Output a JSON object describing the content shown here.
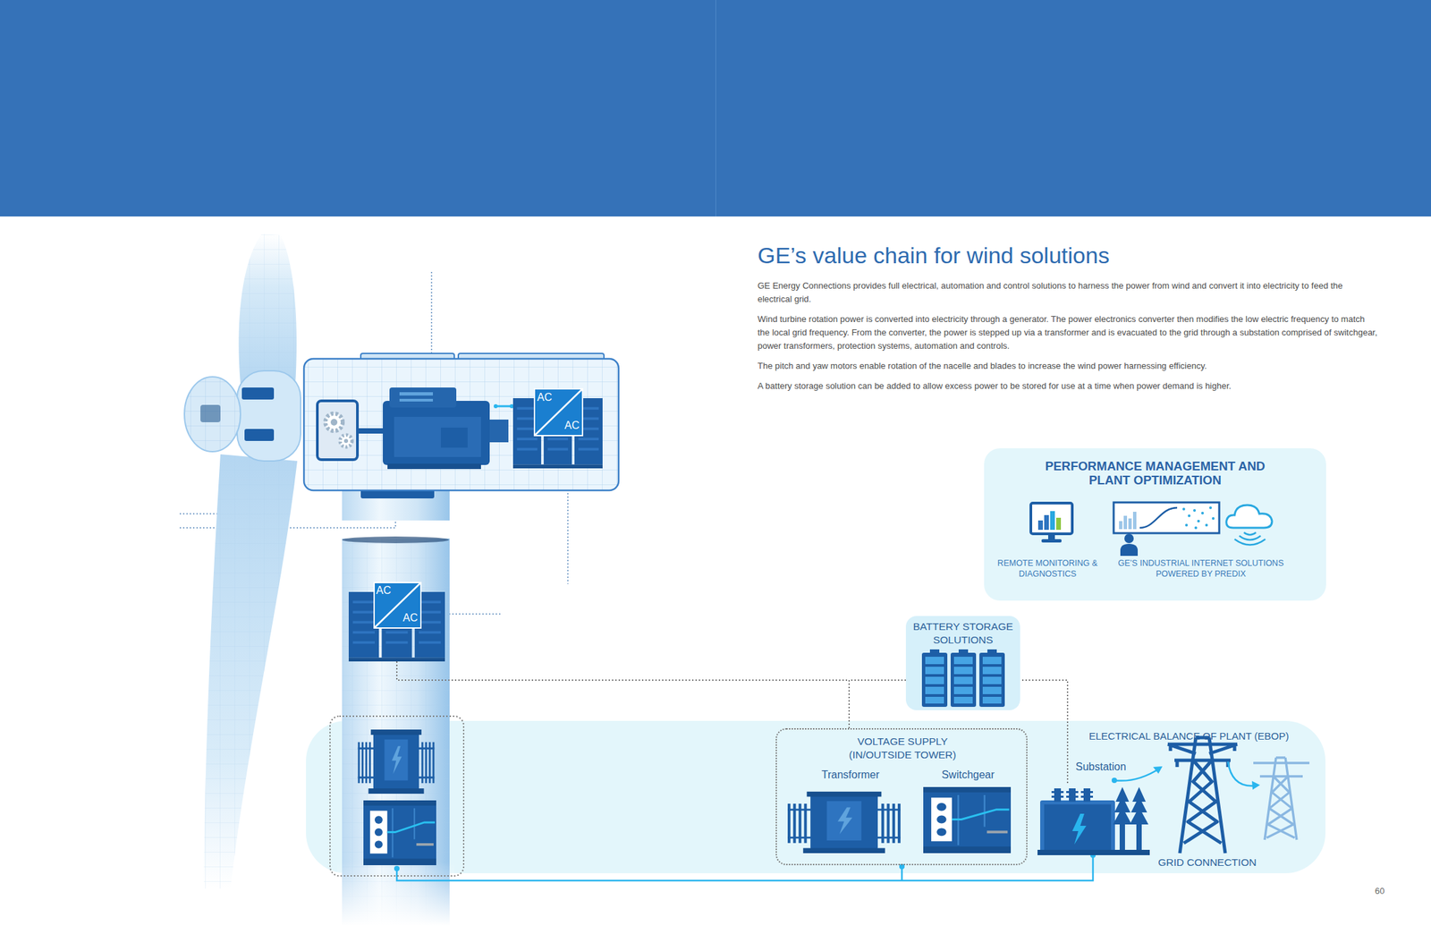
{
  "diagram": {
    "title": "GE’s value chain for wind solutions",
    "nodes": [
      {
        "text": [
          "PERFORMANCE MANAGEMENT AND PLANT OPTIMIZATION",
          "REMOTE MONITORING & DIAGNOSTICS",
          "GE’S INDUSTRIAL INTERNET SOLUTIONS POWERED BY PREDIX"
        ]
      },
      {
        "text": [
          "BATTERY STORAGE SOLUTIONS"
        ]
      },
      {
        "text": [
          "ELECTRICAL BALANCE OF PLANT (EBOP)",
          "GRID CONNECTION"
        ]
      },
      {
        "text": [
          "VOLTAGE SUPPLY (IN/OUTSIDE TOWER)",
          "Transformer",
          "Switchgear"
        ],
        "in": 2
      }
    ],
    "edges": [
      {
        "from": 1,
        "to": 3,
        "arrow": "none"
      }
    ],
    "labels": [
      "GE Energy Connections provides full electrical, automation and control solutions to harness the power from wind and convert it into electricity to feed the electrical grid.",
      "Wind turbine rotation power is converted into electricity through a generator. The power electronics converter then modifies the low electric frequency to match the local grid frequency. From the converter, the power is stepped up via a transformer and is evacuated to the grid through a substation comprised of switchgear, power transformers, protection systems, automation and controls.",
      "The pitch and yaw motors enable rotation of the nacelle and blades to increase the wind power harnessing efficiency.",
      "A battery storage solution can be added to allow excess power to be stored for use at a time when power demand is higher.",
      "AC",
      "AC",
      "AC",
      "AC",
      "Substation",
      "60"
    ]
  }
}
